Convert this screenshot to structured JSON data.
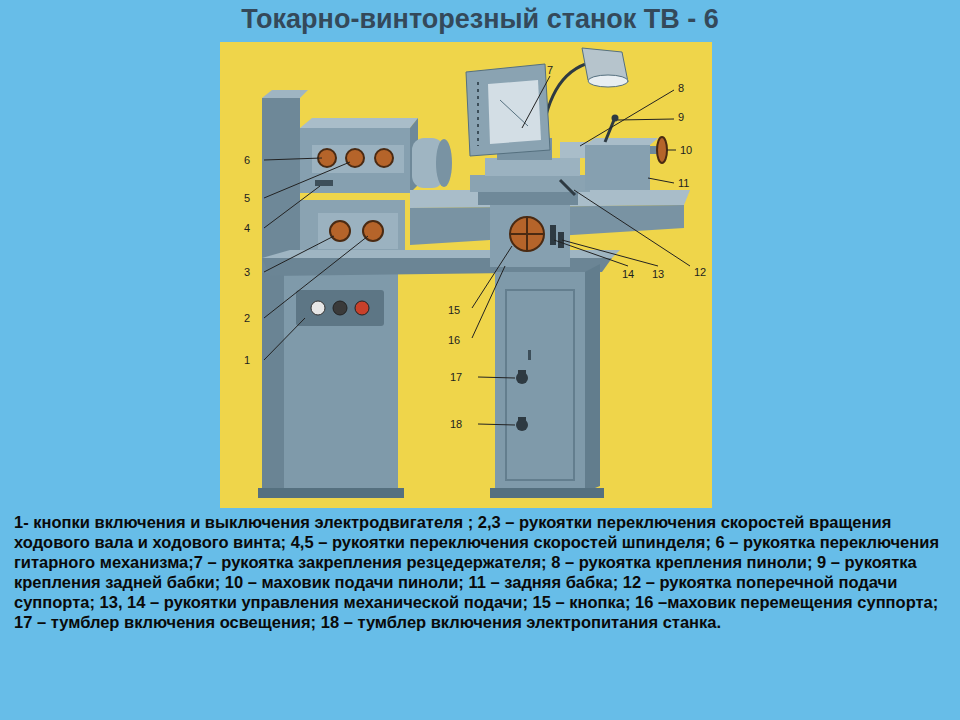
{
  "diagram": {
    "title": "Токарно-винторезный станок ТВ - 6",
    "caption": "1- кнопки включения и выключения электродвигателя ; 2,3 – рукоятки переключения скоростей вращения ходового вала и ходового винта; 4,5 – рукоятки переключения скоростей шпинделя; 6 – рукоятка переключения гитарного механизма;7 – рукоятка закрепления резцедержателя; 8 – рукоятка крепления пиноли; 9 – рукоятка крепления задней бабки; 10 – маховик подачи пиноли; 11 – задняя бабка; 12 – рукоятка поперечной подачи суппорта; 13, 14 – рукоятки управления механической подачи; 15 – кнопка; 16 –маховик перемещения суппорта; 17 – тумблер включения освещения; 18 – тумблер включения электропитания станка.",
    "labels": [
      "6",
      "5",
      "4",
      "3",
      "2",
      "1",
      "7",
      "8",
      "9",
      "10",
      "11",
      "12",
      "13",
      "14",
      "15",
      "16",
      "17",
      "18"
    ]
  }
}
